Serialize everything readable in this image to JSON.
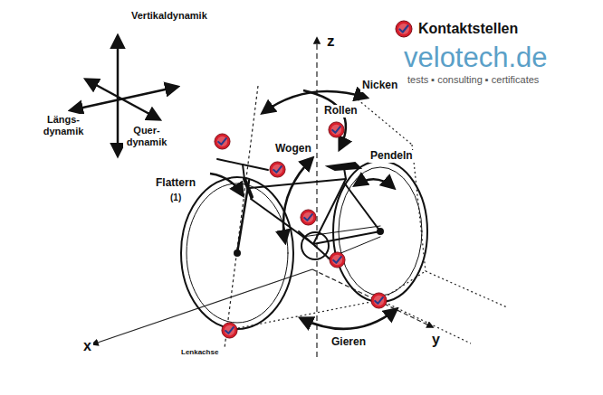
{
  "diagram": {
    "labels": [
      "Vertikaldynamik",
      "Längs- dynamik",
      "Quer- dynamik",
      "z",
      "Nicken",
      "Rollen",
      "Wogen",
      "Pendeln",
      "Flattern",
      "(1)",
      "x",
      "y",
      "Gieren",
      "Lenkachse",
      "velotech.de",
      "tests ▪ consulting ▪ certificates"
    ],
    "legend": [
      {
        "text": "Kontaktstellen"
      }
    ]
  }
}
